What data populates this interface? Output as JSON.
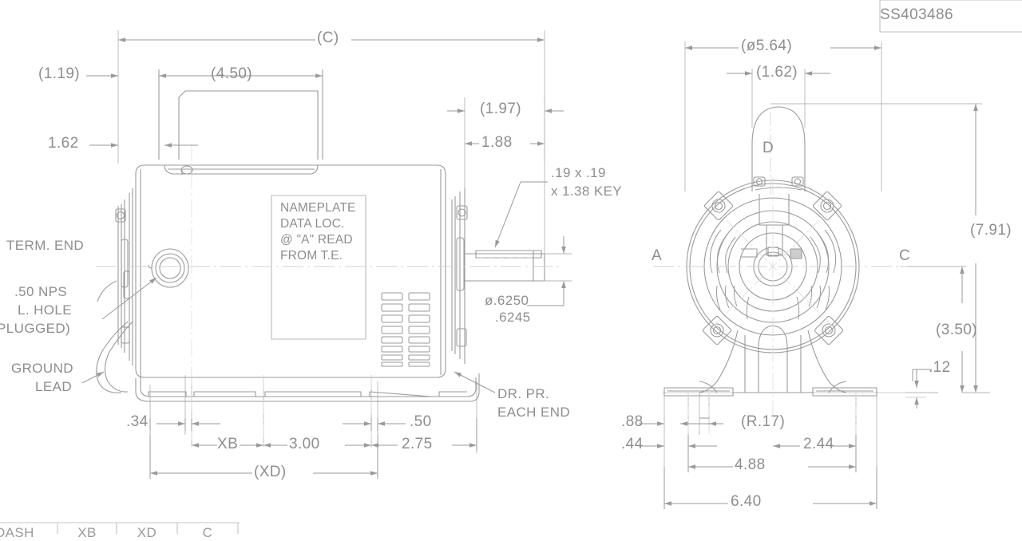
{
  "drawing": {
    "title_block": {
      "number": "SS403486"
    },
    "views": {
      "left": {
        "name": "side-elevation"
      },
      "right": {
        "name": "end-elevation"
      }
    }
  },
  "labels": {
    "term_end": "TERM. END",
    "nps_line1": ".50 NPS",
    "nps_line2": "L. HOLE",
    "nps_line3": "(PLUGGED)",
    "ground_line1": "GROUND",
    "ground_line2": "LEAD",
    "nameplate_line1": "NAMEPLATE",
    "nameplate_line2": "DATA LOC.",
    "nameplate_line3": "@ \"A\" READ",
    "nameplate_line4": "FROM T.E.",
    "key_line1": ".19 x .19",
    "key_line2": "x 1.38 KEY",
    "shaft_dia_line1": "ø.6250",
    "shaft_dia_line2": ".6245",
    "drpr_line1": "DR. PR.",
    "drpr_line2": "EACH END",
    "datum_a": "A",
    "datum_c": "C",
    "datum_d": "D"
  },
  "dimensions": {
    "left_view": {
      "overall_c": "(C)",
      "box_width": "(4.50)",
      "box_offset": "(1.19)",
      "box_height": "1.62",
      "shaft_ext_ref": "(1.97)",
      "shaft_ext": "1.88",
      "foot_first": ".34",
      "foot_xb": "XB",
      "foot_3": "3.00",
      "foot_275": "2.75",
      "foot_050": ".50",
      "overall_xd": "(XD)"
    },
    "right_view": {
      "body_dia": "(ø5.64)",
      "conduit_width": "(1.62)",
      "overall_height": "(7.91)",
      "shaft_height": "(3.50)",
      "foot_thk": ".12",
      "foot_088": ".88",
      "foot_044": ".44",
      "fillet_r": "(R.17)",
      "hole_244": "2.44",
      "hole_488": "4.88",
      "base_640": "6.40"
    }
  },
  "table": {
    "headers": [
      "DASH",
      "XB",
      "XD",
      "C"
    ]
  },
  "colors": {
    "line": "#9a9a9a",
    "line_light": "#c8c8c8",
    "text": "#8e8e8e",
    "background": "#ffffff"
  }
}
